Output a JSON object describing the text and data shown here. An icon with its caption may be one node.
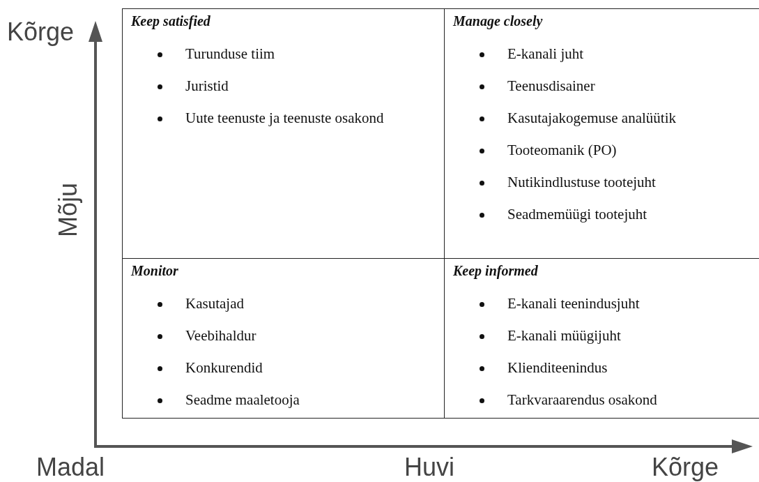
{
  "diagram": {
    "nodes": [
      {
        "text": [
          "Keep satisfied",
          "Turunduse tiim",
          "Juristid",
          "Uute teenuste ja teenuste osakond"
        ]
      },
      {
        "text": [
          "Manage closely",
          "E-kanali juht",
          "Teenusdisainer",
          "Kasutajakogemuse analüütik",
          "Tooteomanik (PO)",
          "Nutikindlustuse tootejuht",
          "Seadmemüügi tootejuht"
        ]
      },
      {
        "text": [
          "Monitor",
          "Kasutajad",
          "Veebihaldur",
          "Konkurendid",
          "Seadme maaletooja"
        ]
      },
      {
        "text": [
          "Keep informed",
          "E-kanali teenindusjuht",
          "E-kanali müügijuht",
          "Klienditeenindus",
          "Tarkvaraarendus osakond"
        ]
      }
    ],
    "labels": [
      "Kõrge",
      "Mõju",
      "Madal",
      "Huvi",
      "Kõrge"
    ]
  }
}
